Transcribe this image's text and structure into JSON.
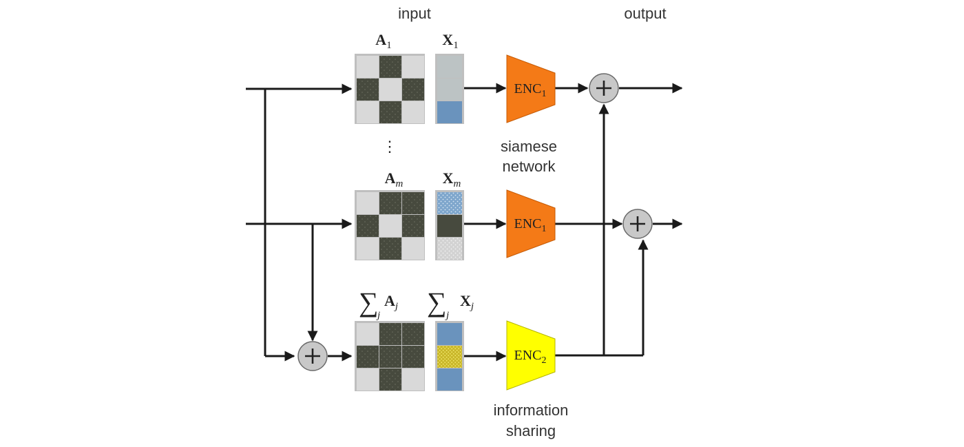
{
  "labels": {
    "input": "input",
    "output": "output",
    "siamese_line1": "siamese",
    "siamese_line2": "network",
    "info_line1": "information",
    "info_line2": "sharing",
    "vdots": "⋮"
  },
  "matrices": {
    "A1": {
      "sym": "A",
      "sub": "1"
    },
    "X1": {
      "sym": "X",
      "sub": "1"
    },
    "Am": {
      "sym": "A",
      "sub": "m"
    },
    "Xm": {
      "sym": "X",
      "sub": "m"
    },
    "sumA": {
      "sym": "A",
      "sub": "j",
      "sum_sub": "j"
    },
    "sumX": {
      "sym": "X",
      "sub": "j",
      "sum_sub": "j"
    }
  },
  "encoders": {
    "enc1_top": {
      "name": "ENC",
      "sub": "1",
      "color": "#f47a17"
    },
    "enc1_mid": {
      "name": "ENC",
      "sub": "1",
      "color": "#f47a17"
    },
    "enc2": {
      "name": "ENC",
      "sub": "2",
      "color": "#ffff00"
    }
  },
  "colors": {
    "dark_cell": "#474a3e",
    "light_cell": "#d9d9d9",
    "matrix_border": "#bfbfbf",
    "blue_cell": "#6a93bd",
    "gray_cell": "#bcc3c4",
    "yellow_cell": "#d8c63a",
    "adder_fill": "#c8c8c8"
  }
}
